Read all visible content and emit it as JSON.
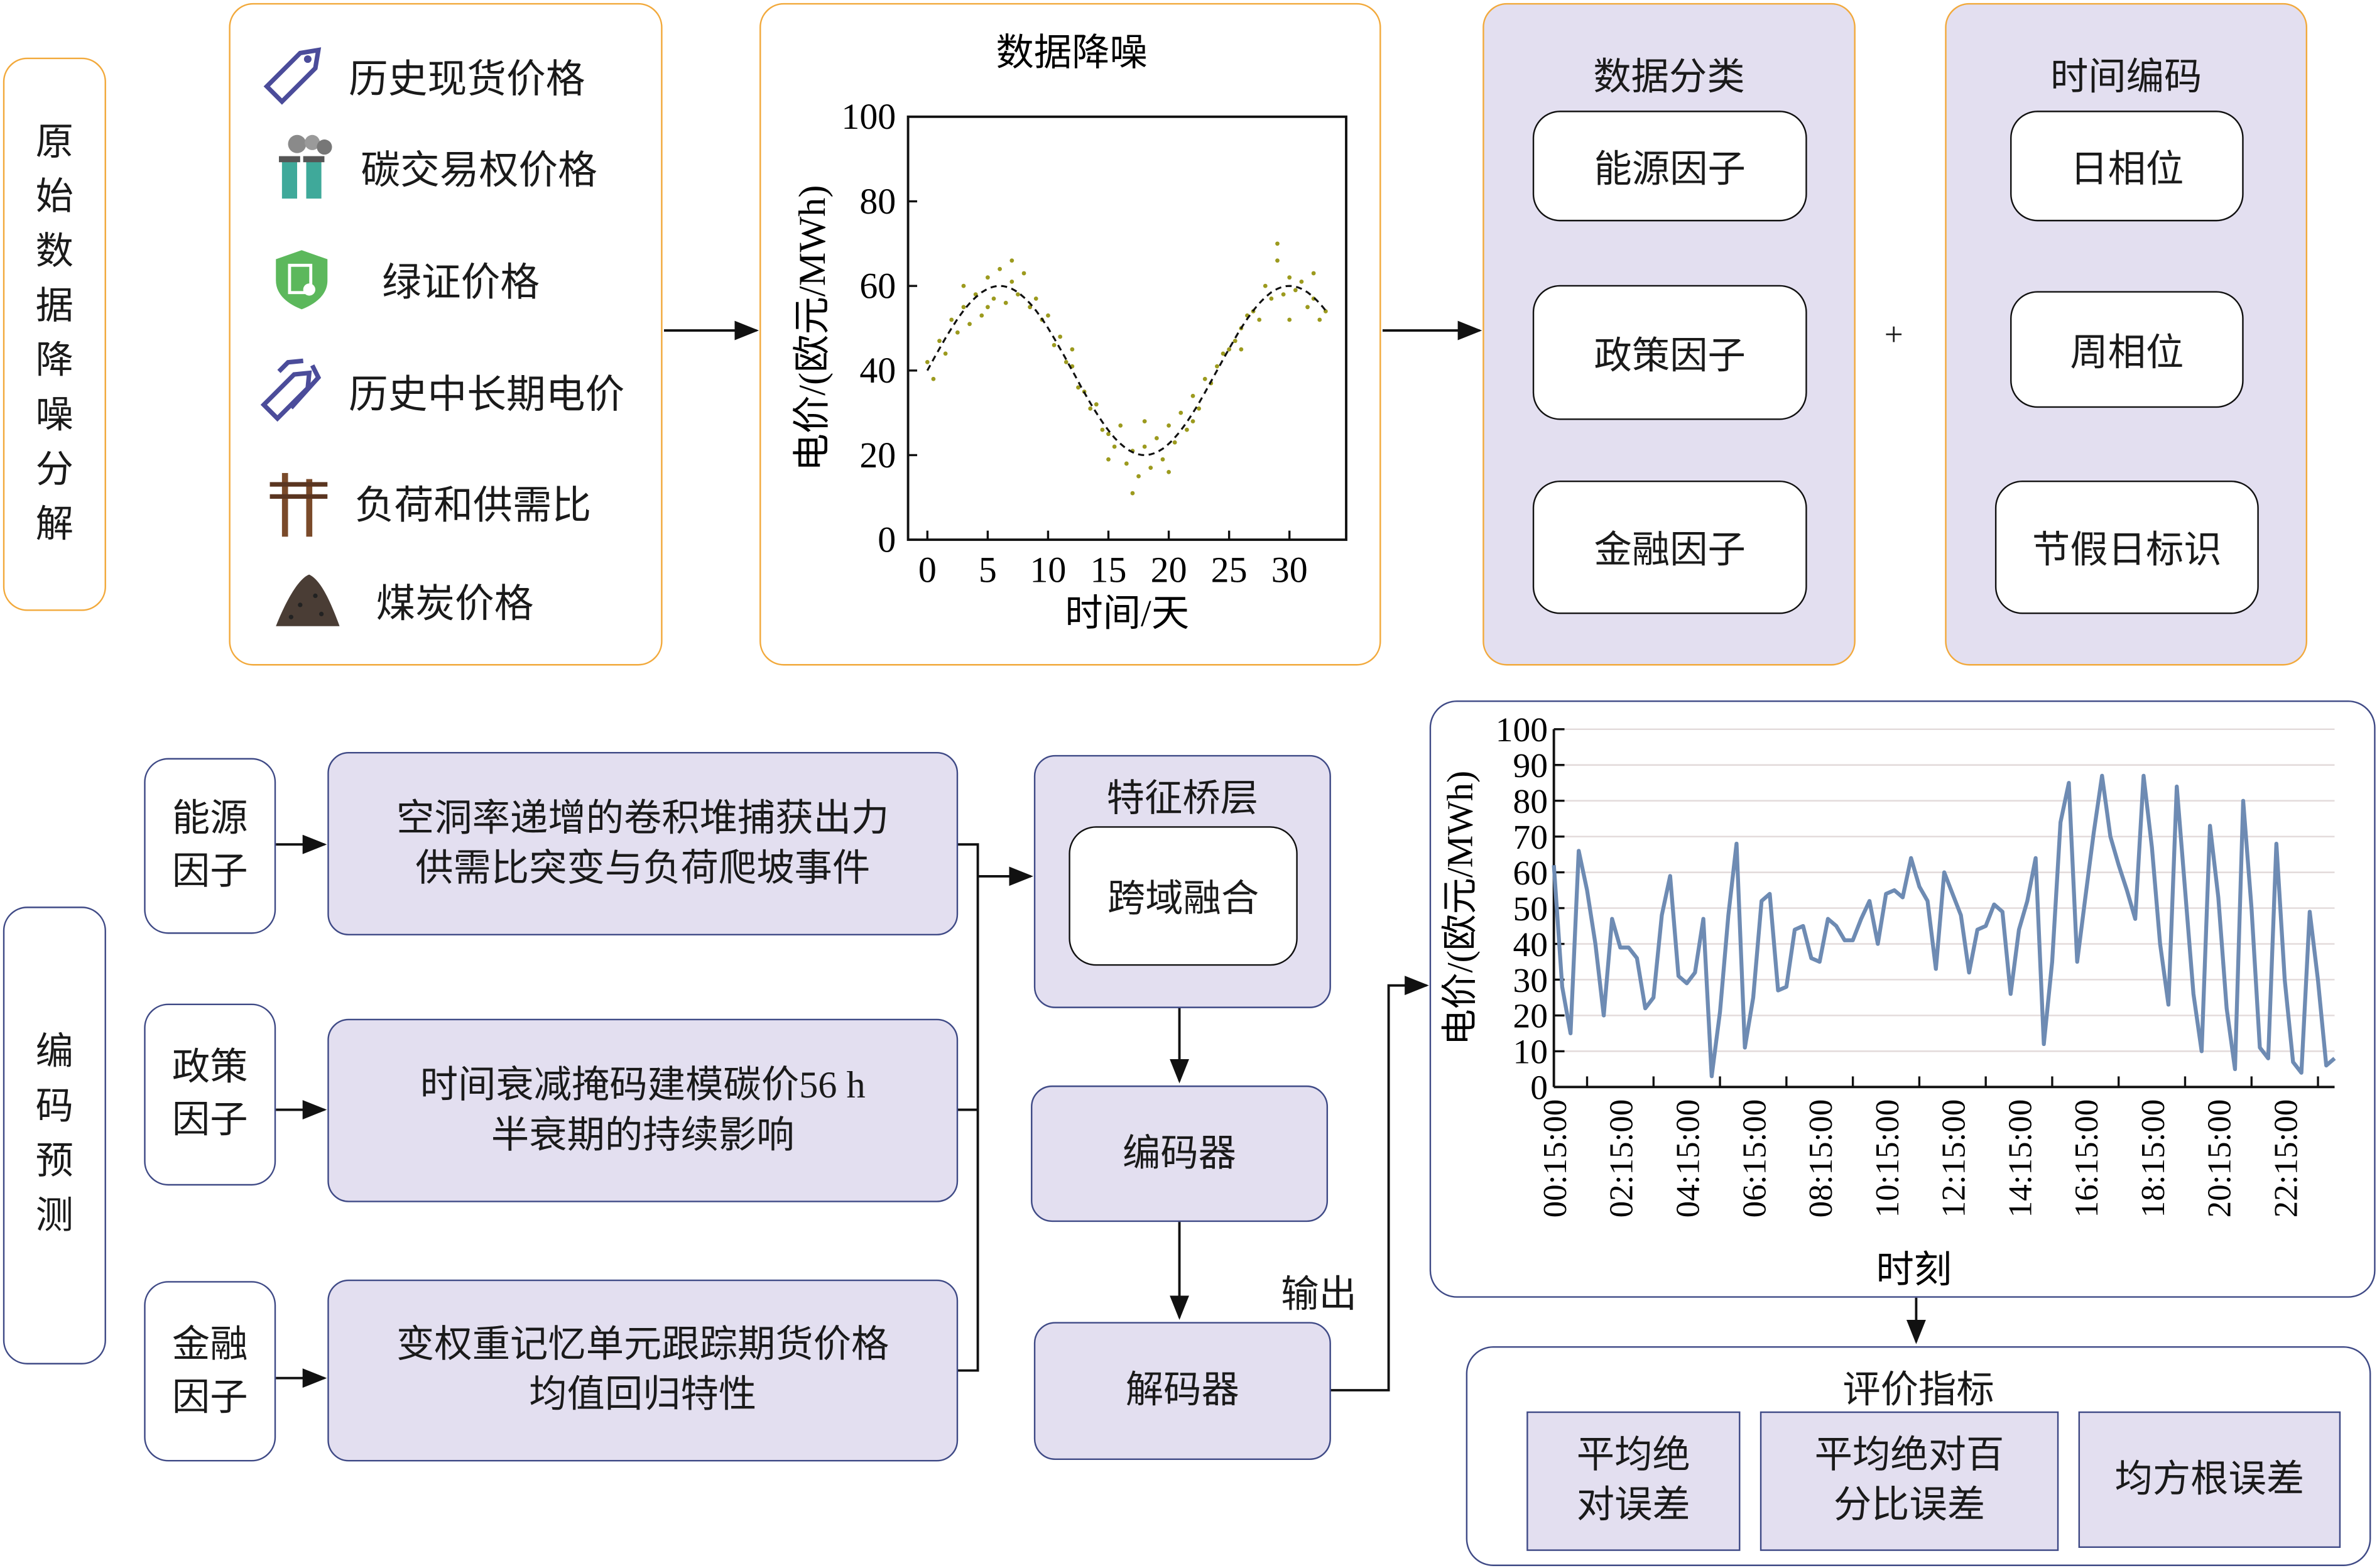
{
  "top": {
    "left_label": [
      "原",
      "始",
      "数",
      "据",
      "降",
      "噪",
      "分",
      "解"
    ],
    "sources": [
      {
        "icon": "price-tag-icon",
        "label": "历史现货价格"
      },
      {
        "icon": "factory-icon",
        "label": "碳交易权价格"
      },
      {
        "icon": "green-shield-certificate-icon",
        "label": "绿证价格"
      },
      {
        "icon": "double-tag-icon",
        "label": "历史中长期电价"
      },
      {
        "icon": "power-pole-icon",
        "label": "负荷和供需比"
      },
      {
        "icon": "coal-pile-icon",
        "label": "煤炭价格"
      }
    ],
    "denoise_title": "数据降噪",
    "classify": {
      "title": "数据分类",
      "items": [
        "能源因子",
        "政策因子",
        "金融因子"
      ]
    },
    "plus": "+",
    "time_encoding": {
      "title": "时间编码",
      "items": [
        "日相位",
        "周相位",
        "节假日标识"
      ]
    }
  },
  "bottom": {
    "left_label": [
      "编",
      "码",
      "预",
      "测"
    ],
    "factors": [
      {
        "label": [
          "能源",
          "因子"
        ],
        "desc": [
          "空洞率递增的卷积堆捕获出力",
          "供需比突变与负荷爬坡事件"
        ]
      },
      {
        "label": [
          "政策",
          "因子"
        ],
        "desc": [
          "时间衰减掩码建模碳价56 h",
          "半衰期的持续影响"
        ]
      },
      {
        "label": [
          "金融",
          "因子"
        ],
        "desc": [
          "变权重记忆单元跟踪期货价格",
          "均值回归特性"
        ]
      }
    ],
    "bridge": {
      "title": "特征桥层",
      "inner": "跨域融合"
    },
    "encoder": "编码器",
    "decoder": "解码器",
    "output_label": "输出",
    "metrics": {
      "title": "评价指标",
      "items": [
        [
          "平均绝",
          "对误差"
        ],
        [
          "平均绝对百",
          "分比误差"
        ],
        [
          "均方根误差"
        ]
      ]
    }
  },
  "colors": {
    "orange_border": "#F2A93B",
    "purple_fill": "#E3DFF0",
    "navy_border": "#3F4A86",
    "scatter": "#9C9A1E",
    "line": "#6E8BB3"
  },
  "chart_data": [
    {
      "type": "scatter",
      "title": "数据降噪",
      "xlabel": "时间/天",
      "ylabel": "电价/(欧元/MWh)",
      "xlim": [
        -1.6,
        34.7
      ],
      "ylim": [
        0,
        100
      ],
      "xticks": [
        "0",
        "5",
        "10",
        "15",
        "20",
        "25",
        "30"
      ],
      "yticks": [
        "0",
        "20",
        "40",
        "60",
        "80",
        "100"
      ],
      "fit_curve": {
        "type": "sinusoid",
        "mean": 40,
        "amplitude": 20,
        "period_days": 24,
        "x_range": [
          0,
          33
        ]
      },
      "points": [
        [
          0,
          42
        ],
        [
          0.5,
          38
        ],
        [
          1,
          47
        ],
        [
          1.5,
          44
        ],
        [
          2,
          52
        ],
        [
          2.5,
          49
        ],
        [
          3,
          55
        ],
        [
          3.5,
          51
        ],
        [
          4,
          58
        ],
        [
          4.5,
          53
        ],
        [
          5,
          62
        ],
        [
          5.5,
          57
        ],
        [
          6,
          64
        ],
        [
          6.5,
          56
        ],
        [
          7,
          61
        ],
        [
          7.5,
          58
        ],
        [
          8,
          63
        ],
        [
          8.5,
          55
        ],
        [
          9,
          57
        ],
        [
          9.5,
          52
        ],
        [
          10,
          53
        ],
        [
          10.5,
          46
        ],
        [
          11,
          48
        ],
        [
          11.5,
          42
        ],
        [
          12,
          41
        ],
        [
          12.5,
          36
        ],
        [
          13,
          35
        ],
        [
          13.5,
          31
        ],
        [
          14,
          32
        ],
        [
          14.5,
          26
        ],
        [
          15,
          25
        ],
        [
          15.5,
          22
        ],
        [
          16,
          27
        ],
        [
          16.5,
          18
        ],
        [
          17,
          21
        ],
        [
          17.5,
          15
        ],
        [
          18,
          22
        ],
        [
          18.5,
          17
        ],
        [
          19,
          24
        ],
        [
          19.5,
          19
        ],
        [
          20,
          27
        ],
        [
          20.5,
          23
        ],
        [
          21,
          30
        ],
        [
          21.5,
          26
        ],
        [
          22,
          34
        ],
        [
          22.5,
          31
        ],
        [
          23,
          38
        ],
        [
          23.5,
          37
        ],
        [
          24,
          41
        ],
        [
          24.5,
          44
        ],
        [
          25,
          45
        ],
        [
          25.5,
          47
        ],
        [
          26,
          50
        ],
        [
          26.5,
          53
        ],
        [
          27,
          54
        ],
        [
          27.5,
          52
        ],
        [
          28,
          60
        ],
        [
          28.5,
          57
        ],
        [
          29,
          66
        ],
        [
          29.5,
          58
        ],
        [
          30,
          62
        ],
        [
          30.5,
          59
        ],
        [
          31,
          61
        ],
        [
          31.5,
          55
        ],
        [
          32,
          57
        ],
        [
          32.5,
          52
        ],
        [
          33,
          54
        ],
        [
          3,
          60
        ],
        [
          5,
          55
        ],
        [
          7,
          66
        ],
        [
          12,
          45
        ],
        [
          15,
          19
        ],
        [
          17,
          11
        ],
        [
          18,
          28
        ],
        [
          20,
          16
        ],
        [
          22,
          28
        ],
        [
          26,
          45
        ],
        [
          29,
          70
        ],
        [
          30,
          52
        ],
        [
          32,
          63
        ]
      ]
    },
    {
      "type": "line",
      "xlabel": "时刻",
      "ylabel": "电价/(欧元/MWh)",
      "ylim": [
        0,
        100
      ],
      "yticks": [
        "0",
        "10",
        "20",
        "30",
        "40",
        "50",
        "60",
        "70",
        "80",
        "90",
        "100"
      ],
      "xticks": [
        "00:15:00",
        "02:15:00",
        "04:15:00",
        "06:15:00",
        "08:15:00",
        "10:15:00",
        "12:15:00",
        "14:15:00",
        "16:15:00",
        "18:15:00",
        "20:15:00",
        "22:15:00"
      ],
      "grid": true,
      "values": [
        62,
        28,
        15,
        66,
        55,
        40,
        20,
        47,
        39,
        39,
        36,
        22,
        25,
        48,
        59,
        31,
        29,
        32,
        47,
        3,
        21,
        48,
        68,
        11,
        25,
        52,
        54,
        27,
        28,
        44,
        45,
        36,
        35,
        47,
        45,
        41,
        41,
        47,
        52,
        40,
        54,
        55,
        53,
        64,
        56,
        52,
        33,
        60,
        54,
        48,
        32,
        44,
        45,
        51,
        49,
        26,
        44,
        52,
        64,
        12,
        35,
        74,
        85,
        35,
        53,
        71,
        87,
        70,
        62,
        55,
        47,
        87,
        67,
        40,
        23,
        84,
        55,
        26,
        10,
        73,
        53,
        22,
        5,
        80,
        50,
        11,
        8,
        68,
        30,
        7,
        4,
        49,
        30,
        6,
        8
      ]
    }
  ]
}
